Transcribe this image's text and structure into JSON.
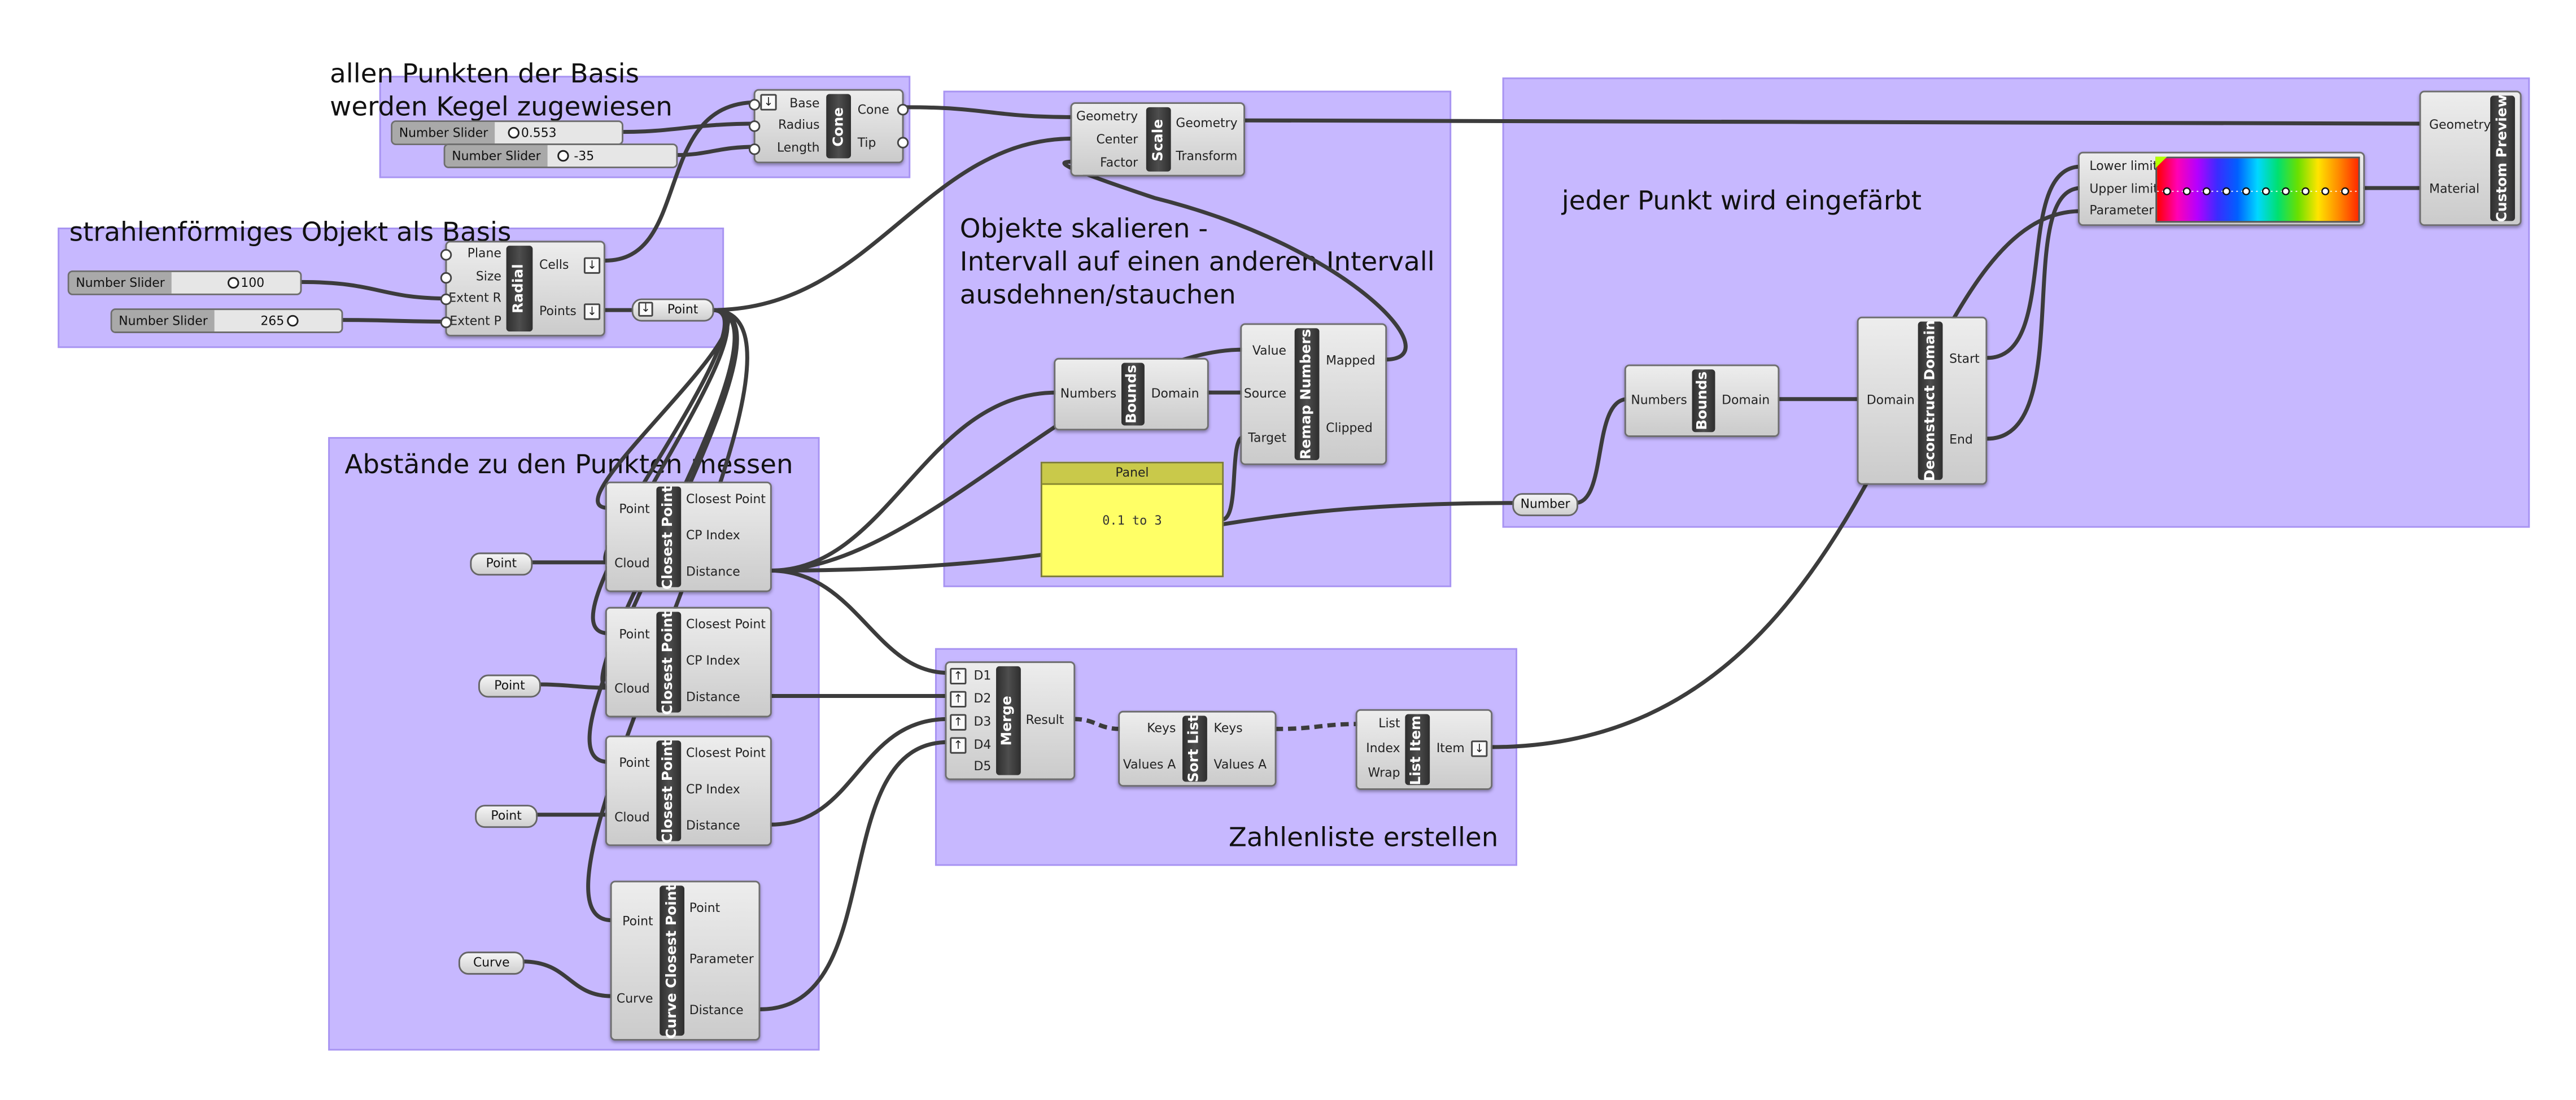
{
  "notes": {
    "cone_note_line1": "allen Punkten der Basis",
    "cone_note_line2": "werden Kegel zugewiesen",
    "radial_note": "strahlenförmiges Objekt als Basis",
    "distance_note": "Abstände zu den Punkten messen",
    "scale_note_line1": "Objekte skalieren -",
    "scale_note_line2": "Intervall auf einen anderen Intervall",
    "scale_note_line3": "ausdehnen/stauchen",
    "color_note": "jeder Punkt wird eingefärbt",
    "list_note": "Zahlenliste erstellen"
  },
  "sliders": {
    "label": "Number Slider",
    "radius_value": "0.553",
    "length_value": "-35",
    "extent_r_value": "100",
    "extent_p_value": "265"
  },
  "cone": {
    "title": "Cone",
    "inputs": [
      "Base",
      "Radius",
      "Length"
    ],
    "outputs": [
      "Cone",
      "Tip"
    ]
  },
  "radial": {
    "title": "Radial",
    "inputs": [
      "Plane",
      "Size",
      "Extent R",
      "Extent P"
    ],
    "outputs": [
      "Cells",
      "Points"
    ]
  },
  "point_param": "Point",
  "closest_point": {
    "title": "Closest Point",
    "inputs": [
      "Point",
      "Cloud"
    ],
    "outputs": [
      "Closest Point",
      "CP Index",
      "Distance"
    ]
  },
  "curve_cp": {
    "title": "Curve Closest Point",
    "inputs": [
      "Point",
      "Curve"
    ],
    "outputs": [
      "Point",
      "Parameter",
      "Distance"
    ]
  },
  "curve_param": "Curve",
  "scale": {
    "title": "Scale",
    "inputs": [
      "Geometry",
      "Center",
      "Factor"
    ],
    "outputs": [
      "Geometry",
      "Transform"
    ]
  },
  "bounds": {
    "title": "Bounds",
    "inputs": [
      "Numbers"
    ],
    "outputs": [
      "Domain"
    ]
  },
  "remap": {
    "title": "Remap Numbers",
    "inputs": [
      "Value",
      "Source",
      "Target"
    ],
    "outputs": [
      "Mapped",
      "Clipped"
    ]
  },
  "panel": {
    "title": "Panel",
    "content": "0.1 to 3"
  },
  "merge": {
    "title": "Merge",
    "inputs": [
      "D1",
      "D2",
      "D3",
      "D4",
      "D5"
    ],
    "outputs": [
      "Result"
    ]
  },
  "sort_list": {
    "title": "Sort List",
    "inputs": [
      "Keys",
      "Values A"
    ],
    "outputs": [
      "Keys",
      "Values A"
    ]
  },
  "list_item": {
    "title": "List Item",
    "inputs": [
      "List",
      "Index",
      "Wrap"
    ],
    "outputs": [
      "Item"
    ]
  },
  "number_param": "Number",
  "deconstruct": {
    "title": "Deconstruct Domain",
    "inputs": [
      "Domain"
    ],
    "outputs": [
      "Start",
      "End"
    ]
  },
  "gradient": {
    "inputs": [
      "Lower limit",
      "Upper limit",
      "Parameter"
    ]
  },
  "preview": {
    "title": "Custom Preview",
    "inputs": [
      "Geometry",
      "Material"
    ]
  },
  "colors": {
    "group": "#c7b8ff",
    "panel": "#ffff66",
    "component_bar": "#333333",
    "wire": "#3c3c3c"
  }
}
